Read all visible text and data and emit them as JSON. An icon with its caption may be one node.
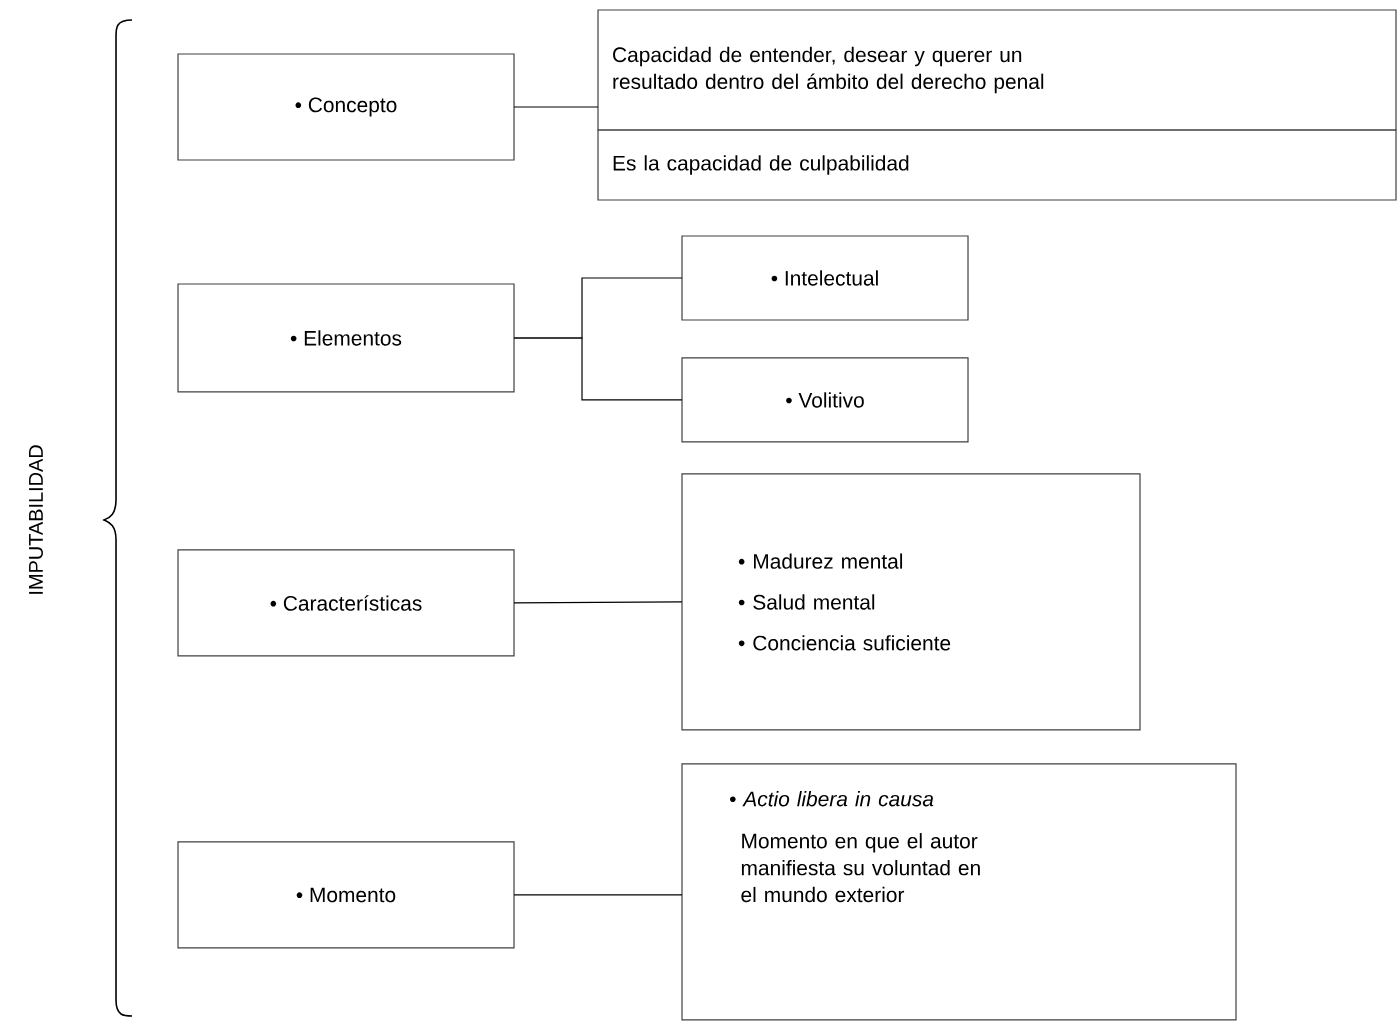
{
  "diagram": {
    "nodes": [
      {
        "text": [
          "• Concepto"
        ]
      },
      {
        "text": [
          "Capacidad de entender, desear y querer un resultado dentro del ámbito del derecho penal"
        ]
      },
      {
        "text": [
          "Es la capacidad de culpabilidad"
        ]
      },
      {
        "text": [
          "• Elementos"
        ]
      },
      {
        "text": [
          "• Intelectual"
        ]
      },
      {
        "text": [
          "• Volitivo"
        ]
      },
      {
        "text": [
          "• Características"
        ]
      },
      {
        "text": [
          "• Madurez mental",
          "• Salud mental",
          "• Conciencia suficiente"
        ]
      },
      {
        "text": [
          "• Momento"
        ]
      },
      {
        "text": [
          "• Actio libera in causa",
          "Momento en que el autor manifiesta su voluntad en el mundo exterior"
        ]
      }
    ],
    "edges": [
      {
        "from": 0,
        "to": 1,
        "arrow": "none"
      },
      {
        "from": 3,
        "to": 4,
        "arrow": "none"
      },
      {
        "from": 3,
        "to": 5,
        "arrow": "none"
      },
      {
        "from": 6,
        "to": 7,
        "arrow": "none"
      },
      {
        "from": 8,
        "to": 9,
        "arrow": "none"
      }
    ],
    "labels": [
      "IMPUTABILIDAD"
    ]
  }
}
